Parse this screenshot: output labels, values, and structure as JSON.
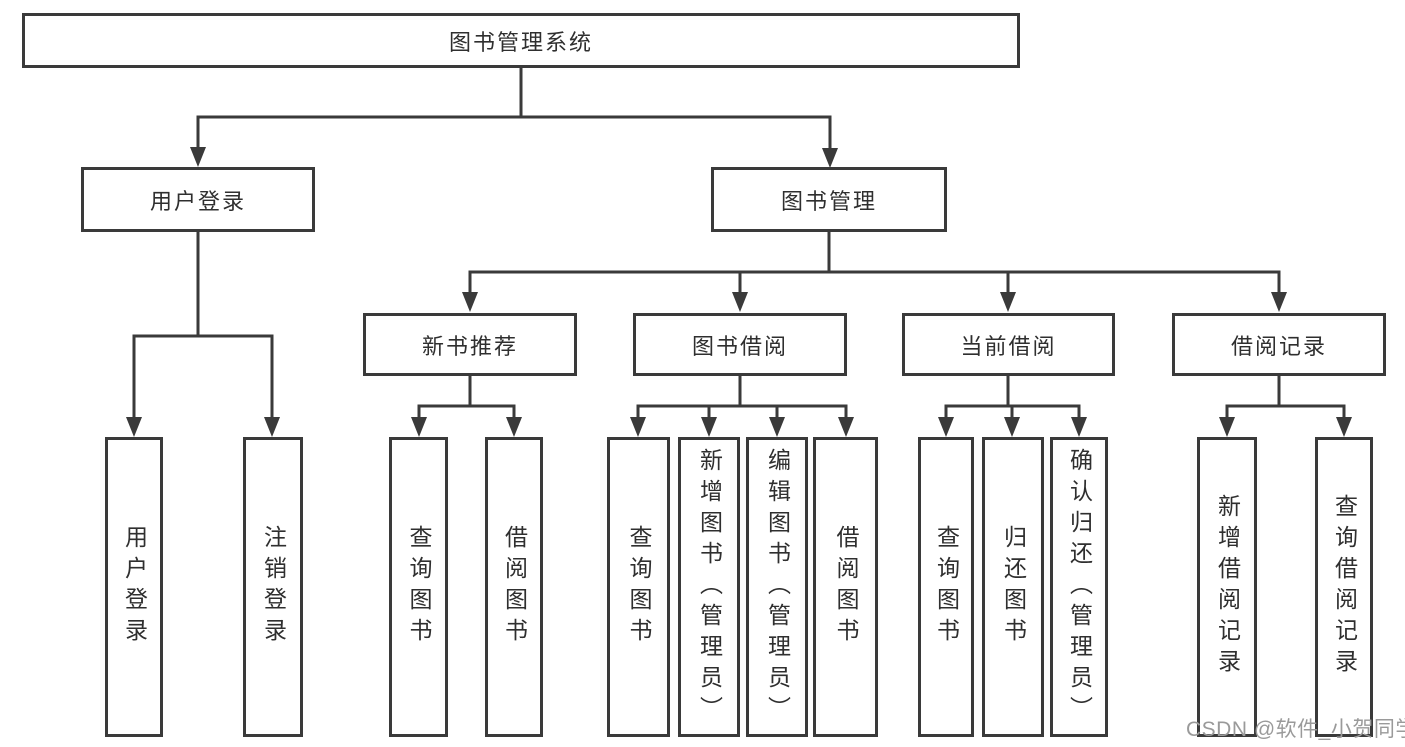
{
  "colors": {
    "line": "#3a3a3a",
    "text": "#2f2f2f",
    "watermark": "#9a9a9a"
  },
  "watermark": {
    "text": "CSDN @软件_小贺同学"
  },
  "tree": {
    "label": "图书管理系统",
    "children": [
      {
        "label": "用户登录",
        "children": [
          {
            "label": "用户登录"
          },
          {
            "label": "注销登录"
          }
        ]
      },
      {
        "label": "图书管理",
        "children": [
          {
            "label": "新书推荐",
            "children": [
              {
                "label": "查询图书"
              },
              {
                "label": "借阅图书"
              }
            ]
          },
          {
            "label": "图书借阅",
            "children": [
              {
                "label": "查询图书"
              },
              {
                "label": "新增图书（管理员）"
              },
              {
                "label": "编辑图书（管理员）"
              },
              {
                "label": "借阅图书"
              }
            ]
          },
          {
            "label": "当前借阅",
            "children": [
              {
                "label": "查询图书"
              },
              {
                "label": "归还图书"
              },
              {
                "label": "确认归还（管理员）"
              }
            ]
          },
          {
            "label": "借阅记录",
            "children": [
              {
                "label": "新增借阅记录"
              },
              {
                "label": "查询借阅记录"
              }
            ]
          }
        ]
      }
    ]
  }
}
